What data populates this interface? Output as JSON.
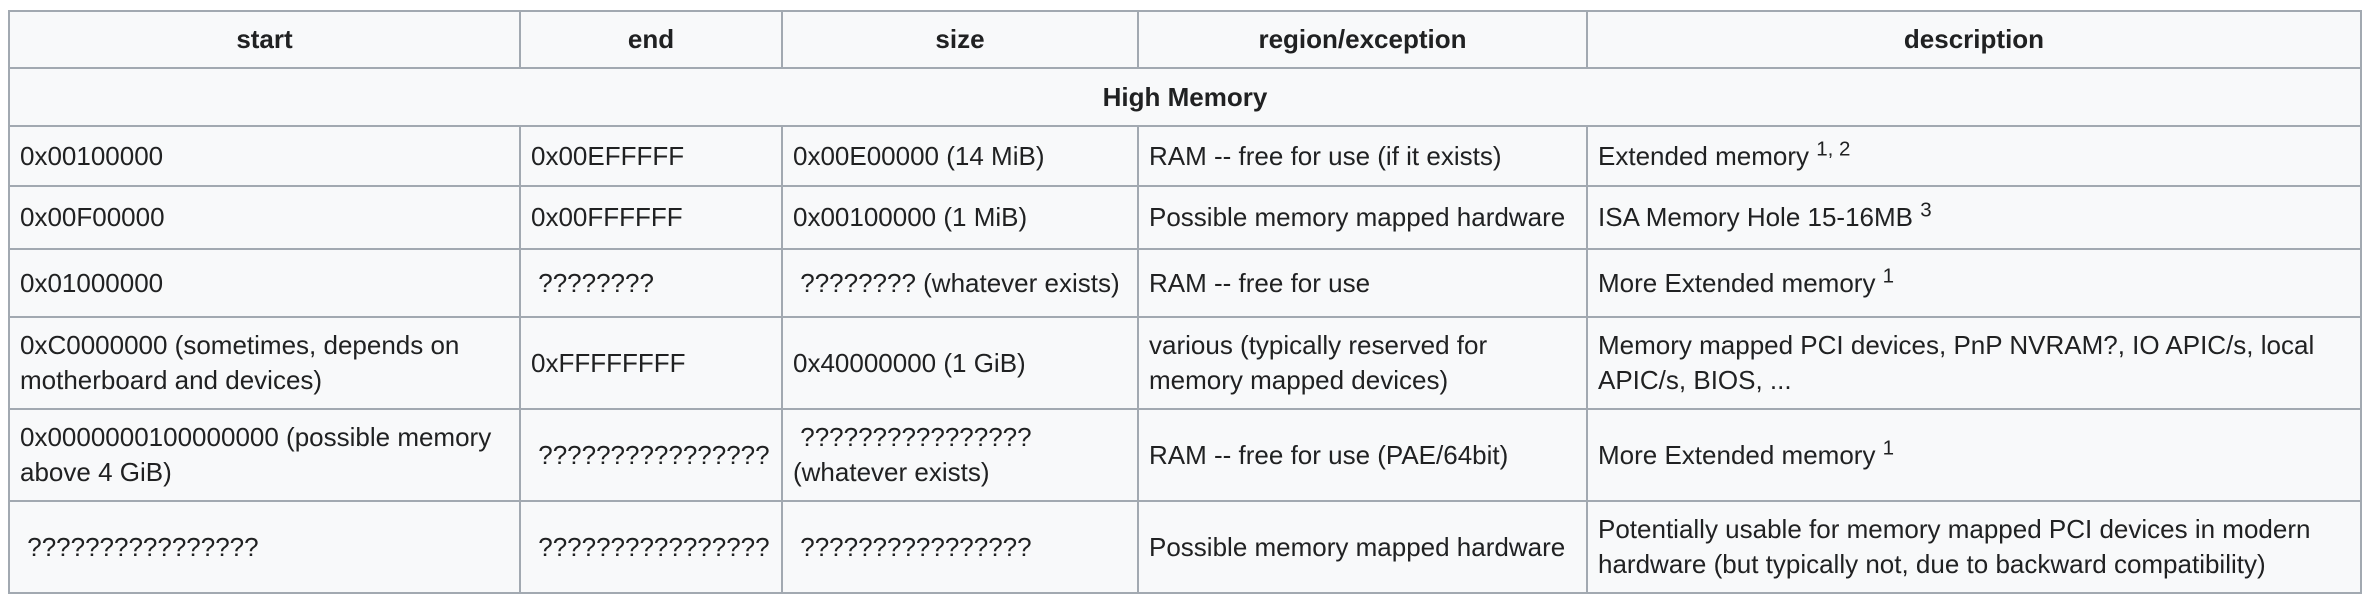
{
  "table": {
    "headers": [
      "start",
      "end",
      "size",
      "region/exception",
      "description"
    ],
    "section_title": "High Memory",
    "colors": {
      "page_bg": "#ffffff",
      "cell_bg": "#f8f9fa",
      "border": "#a2a9b1",
      "text": "#202122"
    },
    "rows": [
      {
        "start": "0x00100000",
        "end": "0x00EFFFFF",
        "size": "0x00E00000 (14 MiB)",
        "region": "RAM -- free for use (if it exists)",
        "desc": "Extended memory ",
        "desc_sup": "1, 2"
      },
      {
        "start": "0x00F00000",
        "end": "0x00FFFFFF",
        "size": "0x00100000 (1 MiB)",
        "region": "Possible memory mapped hardware",
        "desc": "ISA Memory Hole 15-16MB ",
        "desc_sup": "3"
      },
      {
        "start": "0x01000000",
        "end": " ????????",
        "size": " ???????? (whatever exists)",
        "region": "RAM -- free for use",
        "desc": "More Extended memory ",
        "desc_sup": "1"
      },
      {
        "start": "0xC0000000 (sometimes, depends on motherboard and devices)",
        "end": "0xFFFFFFFF",
        "size": "0x40000000 (1 GiB)",
        "region": "various (typically reserved for memory mapped devices)",
        "desc": "Memory mapped PCI devices, PnP NVRAM?, IO APIC/s, local APIC/s, BIOS, ...",
        "desc_sup": ""
      },
      {
        "start": "0x0000000100000000 (possible memory above 4 GiB)",
        "end": " ????????????????",
        "size": " ???????????????? (whatever exists)",
        "region": "RAM -- free for use (PAE/64bit)",
        "desc": "More Extended memory ",
        "desc_sup": "1"
      },
      {
        "start": " ????????????????",
        "end": " ????????????????",
        "size": " ????????????????",
        "region": "Possible memory mapped hardware",
        "desc": "Potentially usable for memory mapped PCI devices in modern hardware (but typically not, due to backward compatibility)",
        "desc_sup": ""
      }
    ]
  }
}
